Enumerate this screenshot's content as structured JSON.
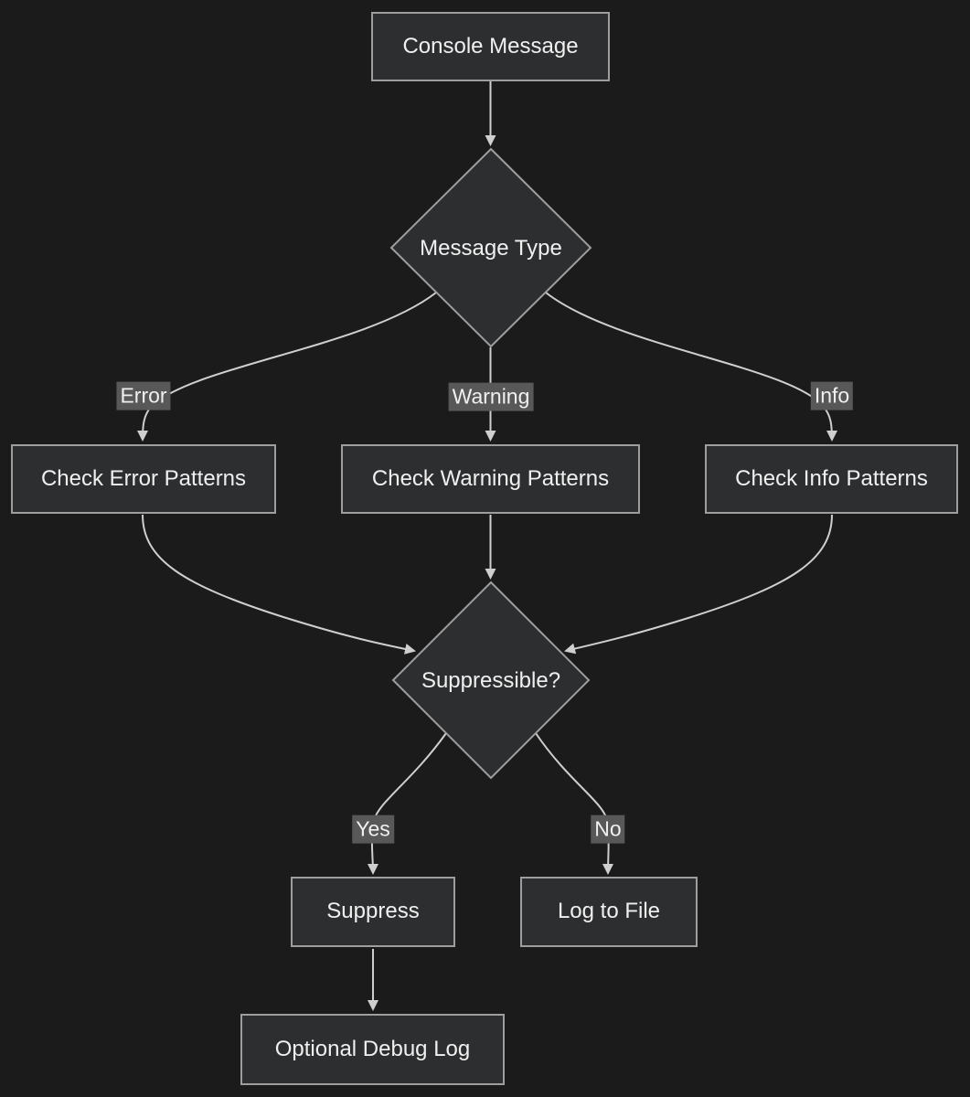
{
  "diagram": {
    "type": "flowchart",
    "direction": "top-down",
    "colors": {
      "background": "#1b1b1b",
      "node_fill": "#2d2e2f",
      "node_border": "#9e9e9e",
      "edge": "#cfcfcf",
      "edge_label_bg": "#585858",
      "text": "#f0f0f0"
    },
    "nodes": {
      "console": {
        "label": "Console Message",
        "shape": "rect"
      },
      "message_type": {
        "label": "Message Type",
        "shape": "diamond"
      },
      "check_error": {
        "label": "Check Error Patterns",
        "shape": "rect"
      },
      "check_warning": {
        "label": "Check Warning Patterns",
        "shape": "rect"
      },
      "check_info": {
        "label": "Check Info Patterns",
        "shape": "rect"
      },
      "suppressible": {
        "label": "Suppressible?",
        "shape": "diamond"
      },
      "suppress": {
        "label": "Suppress",
        "shape": "rect"
      },
      "log_to_file": {
        "label": "Log to File",
        "shape": "rect"
      },
      "optional_debug_log": {
        "label": "Optional Debug Log",
        "shape": "rect"
      }
    },
    "edges": [
      {
        "from": "console",
        "to": "message_type",
        "label": ""
      },
      {
        "from": "message_type",
        "to": "check_error",
        "label": "Error"
      },
      {
        "from": "message_type",
        "to": "check_warning",
        "label": "Warning"
      },
      {
        "from": "message_type",
        "to": "check_info",
        "label": "Info"
      },
      {
        "from": "check_error",
        "to": "suppressible",
        "label": ""
      },
      {
        "from": "check_warning",
        "to": "suppressible",
        "label": ""
      },
      {
        "from": "check_info",
        "to": "suppressible",
        "label": ""
      },
      {
        "from": "suppressible",
        "to": "suppress",
        "label": "Yes"
      },
      {
        "from": "suppressible",
        "to": "log_to_file",
        "label": "No"
      },
      {
        "from": "suppress",
        "to": "optional_debug_log",
        "label": ""
      }
    ]
  }
}
